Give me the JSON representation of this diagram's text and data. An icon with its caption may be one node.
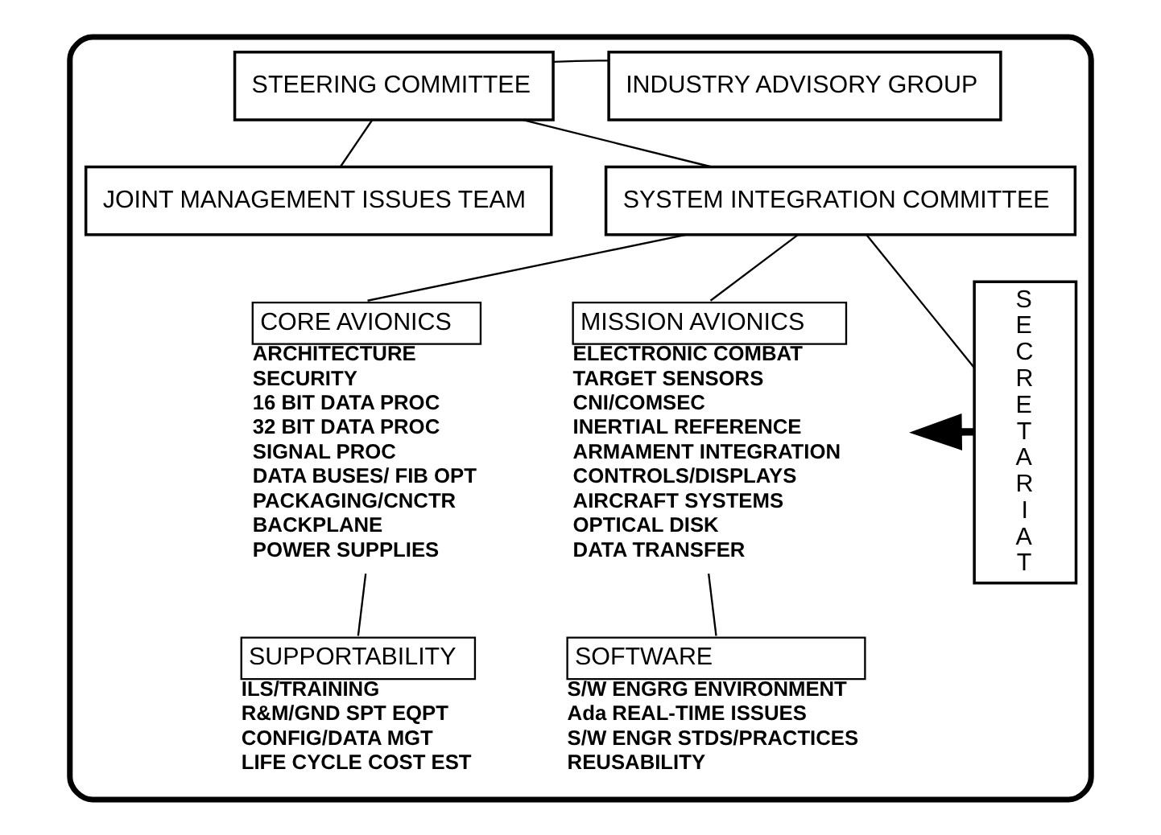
{
  "diagram": {
    "nodes": [
      {
        "text": [],
        "shape": "box"
      },
      {
        "text": [
          "STEERING COMMITTEE"
        ],
        "in": 0
      },
      {
        "text": [
          "INDUSTRY ADVISORY GROUP"
        ],
        "in": 0
      },
      {
        "text": [
          "JOINT MANAGEMENT ISSUES TEAM"
        ],
        "in": 0
      },
      {
        "text": [
          "SYSTEM INTEGRATION COMMITTEE"
        ],
        "in": 0
      },
      {
        "text": [
          "CORE AVIONICS"
        ],
        "in": 0,
        "beside": [
          "ARCHITECTURE",
          "SECURITY",
          "16 BIT DATA PROC",
          "32 BIT DATA PROC",
          "SIGNAL PROC",
          "DATA BUSES/ FIB OPT",
          "PACKAGING/CNCTR",
          "BACKPLANE",
          "POWER SUPPLIES"
        ]
      },
      {
        "text": [
          "MISSION AVIONICS"
        ],
        "in": 0,
        "beside": [
          "ELECTRONIC COMBAT",
          "TARGET SENSORS",
          "CNI/COMSEC",
          "INERTIAL REFERENCE",
          "ARMAMENT INTEGRATION",
          "CONTROLS/DISPLAYS",
          "AIRCRAFT SYSTEMS",
          "OPTICAL DISK",
          "DATA TRANSFER"
        ]
      },
      {
        "text": [
          "SECRETARIAT"
        ],
        "in": 0
      },
      {
        "text": [
          "SUPPORTABILITY"
        ],
        "in": 0,
        "beside": [
          "ILS/TRAINING",
          "R&M/GND SPT EQPT",
          "CONFIG/DATA MGT",
          "LIFE CYCLE COST EST"
        ]
      },
      {
        "text": [
          "SOFTWARE"
        ],
        "in": 0,
        "beside": [
          "S/W ENGRG ENVIRONMENT",
          "Ada REAL-TIME ISSUES",
          "S/W ENGR STDS/PRACTICES",
          "REUSABILITY"
        ]
      }
    ],
    "edges": [
      {
        "from": 1,
        "to": 2,
        "arrow": "none"
      },
      {
        "from": 1,
        "to": 3,
        "arrow": "none"
      },
      {
        "from": 1,
        "to": 4,
        "arrow": "none"
      },
      {
        "from": 4,
        "to": 5,
        "arrow": "none"
      },
      {
        "from": 4,
        "to": 6,
        "arrow": "none"
      },
      {
        "from": 4,
        "to": 7,
        "arrow": "none"
      },
      {
        "from": 5,
        "to": 8,
        "arrow": "none"
      },
      {
        "from": 6,
        "to": 9,
        "arrow": "none"
      },
      {
        "from": 7,
        "to": null,
        "arrow": "to",
        "style": "thick"
      }
    ]
  }
}
